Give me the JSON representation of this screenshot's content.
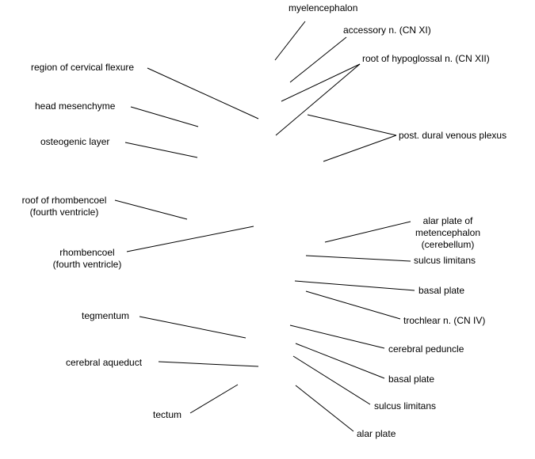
{
  "labels": {
    "myelencephalon": "myelencephalon",
    "accessory_nerve": "accessory n. (CN XI)",
    "root_hypoglossal": "root of hypoglossal n. (CN XII)",
    "cervical_flexure": "region of cervical flexure",
    "head_mesenchyme": "head mesenchyme",
    "osteogenic_layer": "osteogenic layer",
    "post_dural_plexus": "post. dural venous plexus",
    "roof_rhombencoel": [
      "roof of rhombencoel",
      "(fourth ventricle)"
    ],
    "rhombencoel": [
      "rhombencoel",
      "(fourth ventricle)"
    ],
    "alar_plate_metencephalon": [
      "alar plate of",
      "metencephalon",
      "(cerebellum)"
    ],
    "sulcus_limitans_upper": "sulcus limitans",
    "basal_plate_upper": "basal plate",
    "trochlear_nerve": "trochlear n. (CN IV)",
    "tegmentum": "tegmentum",
    "cerebral_peduncle": "cerebral peduncle",
    "cerebral_aqueduct": "cerebral aqueduct",
    "basal_plate_lower": "basal plate",
    "sulcus_limitans_lower": "sulcus limitans",
    "tectum": "tectum",
    "alar_plate": "alar plate"
  },
  "colors": {
    "line": "#000000",
    "text": "#000000",
    "background": "#ffffff"
  }
}
